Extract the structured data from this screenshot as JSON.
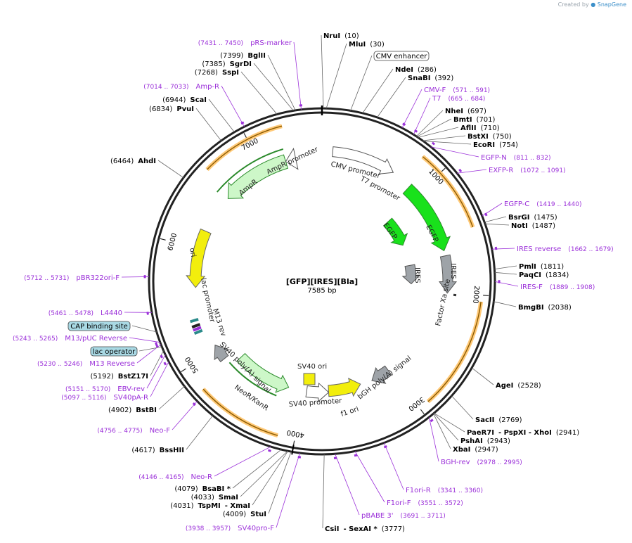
{
  "header": {
    "credit_prefix": "Created by",
    "credit_brand": "SnapGene"
  },
  "plasmid": {
    "name": "[GFP][IRES][Bla]",
    "length_label": "7585 bp",
    "length": 7585
  },
  "ticks": [
    {
      "bp": 1000,
      "label": "1000"
    },
    {
      "bp": 2000,
      "label": "2000"
    },
    {
      "bp": 3000,
      "label": "3000"
    },
    {
      "bp": 4000,
      "label": "4000"
    },
    {
      "bp": 5000,
      "label": "5000"
    },
    {
      "bp": 6000,
      "label": "6000"
    },
    {
      "bp": 7000,
      "label": "7000"
    }
  ],
  "colors": {
    "primer": "#9b30d9",
    "egfp": "#19e11b",
    "ampr": "#cdf7c8",
    "ori": "#f2ee0c",
    "grey": "#9ea3a8",
    "orange": "#ffc977",
    "blue_box": "#a9d9e4"
  },
  "sites": [
    {
      "id": "nrui",
      "pos": "(10)",
      "name": "NruI",
      "bp": 10
    },
    {
      "id": "mlui",
      "pos": "(30)",
      "name": "MluI",
      "bp": 30
    },
    {
      "id": "ndei",
      "pos": "(286)",
      "name": "NdeI",
      "bp": 286
    },
    {
      "id": "snabi",
      "pos": "(392)",
      "name": "SnaBI",
      "bp": 392
    },
    {
      "id": "nhei",
      "pos": "(697)",
      "name": "NheI",
      "bp": 697
    },
    {
      "id": "bmti",
      "pos": "(701)",
      "name": "BmtI",
      "bp": 701
    },
    {
      "id": "aflii",
      "pos": "(710)",
      "name": "AflII",
      "bp": 710
    },
    {
      "id": "bstxi",
      "pos": "(750)",
      "name": "BstXI",
      "bp": 750
    },
    {
      "id": "ecori",
      "pos": "(754)",
      "name": "EcoRI",
      "bp": 754
    },
    {
      "id": "bsrgi",
      "pos": "(1475)",
      "name": "BsrGI",
      "bp": 1475
    },
    {
      "id": "noti",
      "pos": "(1487)",
      "name": "NotI",
      "bp": 1487
    },
    {
      "id": "pmli",
      "pos": "(1811)",
      "name": "PmlI",
      "bp": 1811
    },
    {
      "id": "paqci",
      "pos": "(1834)",
      "name": "PaqCI",
      "bp": 1834
    },
    {
      "id": "bmgbi",
      "pos": "(2038)",
      "name": "BmgBI",
      "bp": 2038
    },
    {
      "id": "agei",
      "pos": "(2528)",
      "name": "AgeI",
      "bp": 2528
    },
    {
      "id": "sacii",
      "pos": "(2769)",
      "name": "SacII",
      "bp": 2769
    },
    {
      "id": "paer7i",
      "pos": "(2941)",
      "name": "PaeR7I",
      "extra": "- PspXI   - XhoI",
      "bp": 2941
    },
    {
      "id": "pshai",
      "pos": "(2943)",
      "name": "PshAI",
      "bp": 2943
    },
    {
      "id": "xbai",
      "pos": "(2947)",
      "name": "XbaI",
      "bp": 2947
    },
    {
      "id": "csii",
      "pos": "(3777)",
      "name": "CsiI",
      "extra": "- SexAI *",
      "bp": 3777
    },
    {
      "id": "stui",
      "pos": "(4009)",
      "name": "StuI",
      "bp": 4009
    },
    {
      "id": "tspmi",
      "pos": "(4031)",
      "name": "TspMI",
      "extra": "- XmaI",
      "bp": 4031
    },
    {
      "id": "smai",
      "pos": "(4033)",
      "name": "SmaI",
      "bp": 4033
    },
    {
      "id": "bsabi",
      "pos": "(4079)",
      "name": "BsaBI *",
      "bp": 4079
    },
    {
      "id": "bsshii",
      "pos": "(4617)",
      "name": "BssHII",
      "bp": 4617
    },
    {
      "id": "bstbi",
      "pos": "(4902)",
      "name": "BstBI",
      "bp": 4902
    },
    {
      "id": "bstz17i",
      "pos": "(5192)",
      "name": "BstZ17I",
      "bp": 5192
    },
    {
      "id": "ahdi",
      "pos": "(6464)",
      "name": "AhdI",
      "bp": 6464
    },
    {
      "id": "pvui",
      "pos": "(6834)",
      "name": "PvuI",
      "bp": 6834
    },
    {
      "id": "scai",
      "pos": "(6944)",
      "name": "ScaI",
      "bp": 6944
    },
    {
      "id": "sspi",
      "pos": "(7268)",
      "name": "SspI",
      "bp": 7268
    },
    {
      "id": "sgrdi",
      "pos": "(7385)",
      "name": "SgrDI",
      "bp": 7385
    },
    {
      "id": "bglii",
      "pos": "(7399)",
      "name": "BglII",
      "bp": 7399
    }
  ],
  "primers": [
    {
      "id": "prs-marker",
      "range": "(7431 .. 7450)",
      "name": "pRS-marker",
      "bp": 7440
    },
    {
      "id": "amp-r",
      "range": "(7014 .. 7033)",
      "name": "Amp-R",
      "bp": 7023
    },
    {
      "id": "cmv-f",
      "range": "(571 .. 591)",
      "name": "CMV-F",
      "bp": 581
    },
    {
      "id": "t7",
      "range": "(665 .. 684)",
      "name": "T7",
      "bp": 674
    },
    {
      "id": "egfp-n",
      "range": "(811 .. 832)",
      "name": "EGFP-N",
      "bp": 821
    },
    {
      "id": "exfp-r",
      "range": "(1072 .. 1091)",
      "name": "EXFP-R",
      "bp": 1081
    },
    {
      "id": "egfp-c",
      "range": "(1419 .. 1440)",
      "name": "EGFP-C",
      "bp": 1429
    },
    {
      "id": "ires-reverse",
      "range": "(1662 .. 1679)",
      "name": "IRES reverse",
      "bp": 1670
    },
    {
      "id": "ires-f",
      "range": "(1889 .. 1908)",
      "name": "IRES-F",
      "bp": 1898
    },
    {
      "id": "bgh-rev",
      "range": "(2978 .. 2995)",
      "name": "BGH-rev",
      "bp": 2986
    },
    {
      "id": "f1ori-r",
      "range": "(3341 .. 3360)",
      "name": "F1ori-R",
      "bp": 3350
    },
    {
      "id": "f1ori-f",
      "range": "(3551 .. 3572)",
      "name": "F1ori-F",
      "bp": 3561
    },
    {
      "id": "pbabe3",
      "range": "(3691 .. 3711)",
      "name": "pBABE 3'",
      "bp": 3701
    },
    {
      "id": "sv40pro-f",
      "range": "(3938 .. 3957)",
      "name": "SV40pro-F",
      "bp": 3947
    },
    {
      "id": "neo-r",
      "range": "(4146 .. 4165)",
      "name": "Neo-R",
      "bp": 4155
    },
    {
      "id": "neo-f",
      "range": "(4756 .. 4775)",
      "name": "Neo-F",
      "bp": 4765
    },
    {
      "id": "sv40pa-r",
      "range": "(5097 .. 5116)",
      "name": "SV40pA-R",
      "bp": 5106
    },
    {
      "id": "ebv-rev",
      "range": "(5151 .. 5170)",
      "name": "EBV-rev",
      "bp": 5160
    },
    {
      "id": "m13-reverse",
      "range": "(5230 .. 5246)",
      "name": "M13 Reverse",
      "bp": 5238
    },
    {
      "id": "m13-puc-reverse",
      "range": "(5243 .. 5265)",
      "name": "M13/pUC Reverse",
      "bp": 5254
    },
    {
      "id": "l4440",
      "range": "(5461 .. 5478)",
      "name": "L4440",
      "bp": 5470
    },
    {
      "id": "pbr322ori-f",
      "range": "(5712 .. 5731)",
      "name": "pBR322ori-F",
      "bp": 5721
    }
  ],
  "boxed_features": [
    {
      "id": "cmv-enhancer",
      "label": "CMV enhancer",
      "bp": 200
    },
    {
      "id": "cap-binding-site",
      "label": "CAP binding site",
      "bp": 5330
    },
    {
      "id": "lac-operator",
      "label": "lac operator",
      "bp": 5220
    }
  ],
  "features": {
    "cmv_promoter": "CMV promoter",
    "t7_promoter": "T7 promoter",
    "egfp_outer": "EGFP",
    "egfp_inner": "EGFP",
    "ires_outer": "IRES",
    "ires_inner": "IRES",
    "factor_xa": "Factor Xa site",
    "bgh": "bGH poly(A) signal",
    "f1_ori": "f1 ori",
    "sv40_promoter": "SV40 promoter",
    "sv40_ori": "SV40 ori",
    "neor": "NeoR/KanR",
    "sv40_polya": "SV40 poly(A) signal",
    "m13_rev": "M13 rev",
    "lac_promoter": "lac promoter",
    "ori": "ori",
    "ampr": "AmpR",
    "ampr_promoter": "AmpR promoter"
  }
}
